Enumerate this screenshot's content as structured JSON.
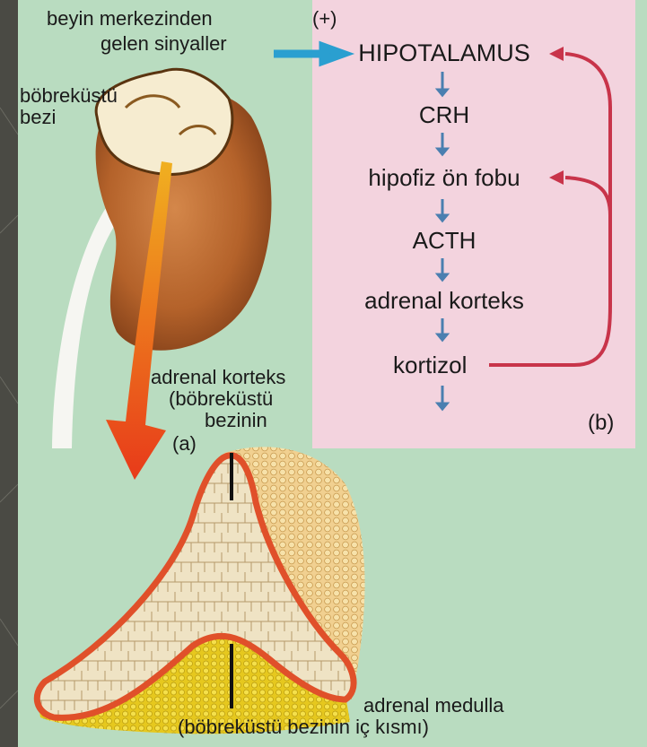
{
  "labels": {
    "brain_signals_line1": "beyin merkezinden",
    "brain_signals_line2": "gelen sinyaller",
    "plus_sign": "(+)",
    "adrenal_gland_line1": "böbreküstü",
    "adrenal_gland_line2": "bezi",
    "cortex_line1": "adrenal korteks",
    "cortex_line2": "(böbreküstü",
    "cortex_line3": "bezinin",
    "panel_a": "(a)",
    "panel_b": "(b)",
    "medulla_line1": "adrenal medulla",
    "medulla_line2": "(böbreküstü bezinin iç kısmı)"
  },
  "flow_steps": [
    "HIPOTALAMUS",
    "CRH",
    "hipofiz ön fobu",
    "ACTH",
    "adrenal korteks",
    "kortizol"
  ],
  "colors": {
    "background": "#b9dcc0",
    "panel": "#f3d3de",
    "feedback_arrow": "#c8344a",
    "signal_arrow": "#2a9fd0",
    "kidney": "#b4622a",
    "cortex_outline": "#e0502a",
    "medulla": "#e8cf30"
  }
}
